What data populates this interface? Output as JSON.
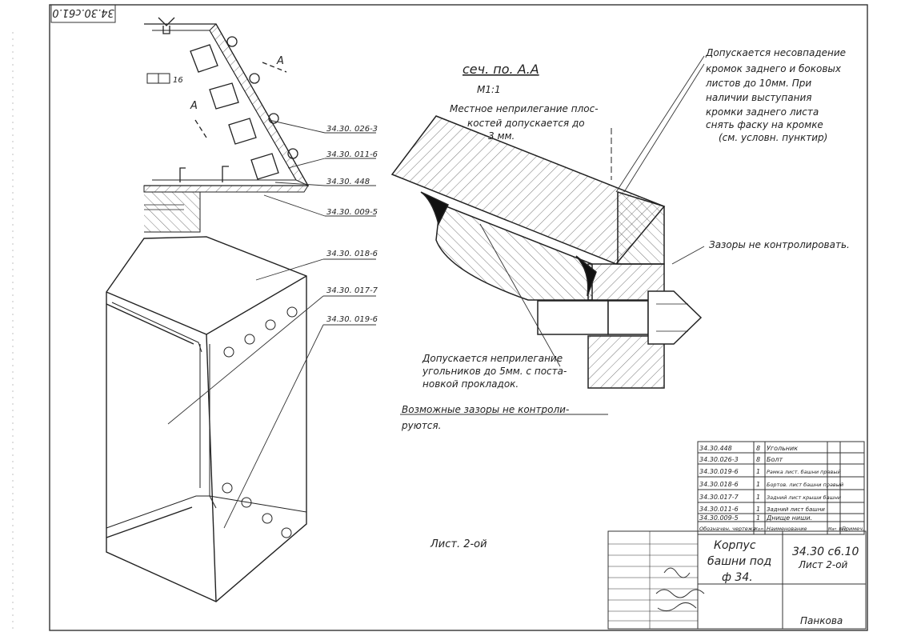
{
  "drawing": {
    "corner_code": "34.30.c61.0",
    "section_title": "сеч. по. А.А",
    "section_scale": "М1:1",
    "section_mark": "А"
  },
  "callouts": {
    "part_1": "34.30. 026-3",
    "part_2": "34.30. 011-6",
    "part_3": "34.30. 448",
    "part_4": "34.30. 009-5",
    "part_5": "34.30. 018-6",
    "part_6": "34.30. 017-7",
    "part_7": "34.30. 019-6",
    "symbol": "16"
  },
  "notes": {
    "tolerance_lines": [
      "Допускается несовпадение",
      "кромок заднего и боковых",
      "листов до 10мм. При",
      "наличии выступания",
      "кромки заднего листа",
      "снять фаску на кромке",
      "(см. условн. пунктир)"
    ],
    "local_fit_lines": [
      "Местное неприлегание плос-",
      "костей допускается до",
      "3 мм."
    ],
    "gaps": "Зазоры не контролировать.",
    "gasket_lines": [
      "Допускается неприлегание",
      "угольников до 5мм. с поста-",
      "новкой прокладок."
    ],
    "possible_gaps_lines": [
      "Возможные зазоры не контроли-",
      "руются."
    ],
    "sheet_note": "Лист. 2-ой"
  },
  "parts_table": {
    "rows": [
      {
        "designation": "34.30.448",
        "qty": "8",
        "name": "Угольник"
      },
      {
        "designation": "34.30.026-3",
        "qty": "8",
        "name": "Болт"
      },
      {
        "designation": "34.30.019-6",
        "qty": "1",
        "name": "Рамка лист. башни правый"
      },
      {
        "designation": "34.30.018-6",
        "qty": "1",
        "name": "Бортов. лист башни правый"
      },
      {
        "designation": "34.30.017-7",
        "qty": "1",
        "name": "Задний лист крыши башни"
      },
      {
        "designation": "34.30.011-6",
        "qty": "1",
        "name": "Задний лист башни"
      },
      {
        "designation": "34.30.009-5",
        "qty": "1",
        "name": "Днище ниши."
      }
    ],
    "headers": {
      "designation": "Обозначен. чертежа",
      "qty": "Кол.",
      "name": "Наименование",
      "material": "Мат. Вес",
      "note": "Примеч."
    }
  },
  "title_block": {
    "title_lines": [
      "Корпус",
      "башни под",
      "ф 34."
    ],
    "code": "34.30 c6.10",
    "sheet": "Лист 2-ой",
    "signature_name": "Панкова"
  }
}
